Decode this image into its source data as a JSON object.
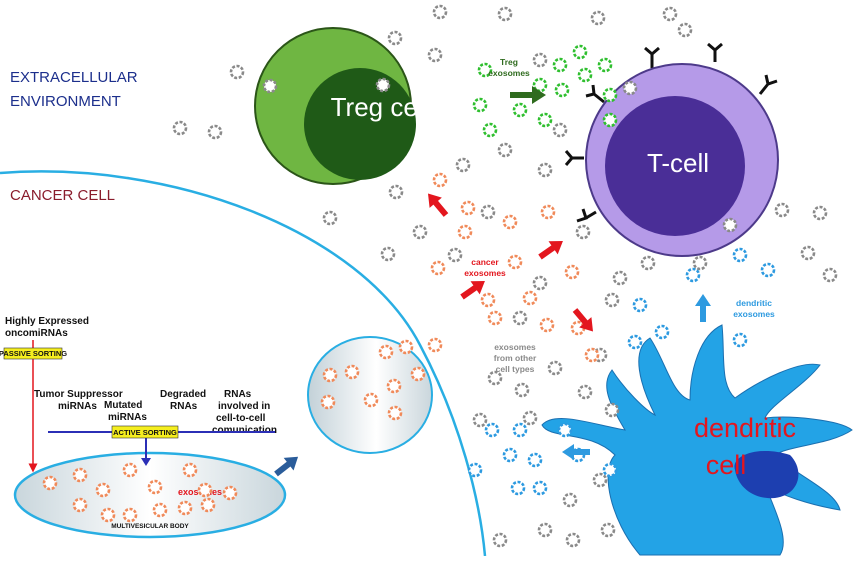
{
  "labels": {
    "env_line1": "EXTRACELLULAR",
    "env_line2": "ENVIRONMENT",
    "cancer_cell": "CANCER CELL",
    "treg_cell": "Treg cell",
    "t_cell": "T-cell",
    "dendritic_line1": "dendritic",
    "dendritic_line2": "cell",
    "treg_exo_line1": "Treg",
    "treg_exo_line2": "exosomes",
    "cancer_exo_line1": "cancer",
    "cancer_exo_line2": "exosomes",
    "dendritic_exo_line1": "dendritic",
    "dendritic_exo_line2": "exosomes",
    "other_exo_line1": "exosomes",
    "other_exo_line2": "from other",
    "other_exo_line3": "cell types",
    "highly_line1": "Highly Expressed",
    "highly_line2": "oncomiRNAs",
    "passive_sorting": "PASSIVE SORTING",
    "active_sorting": "ACTIVE SORTING",
    "tumor_line1": "Tumor Suppressor",
    "tumor_line2": "miRNAs",
    "mutated_line1": "Mutated",
    "mutated_line2": "miRNAs",
    "degraded_line1": "Degraded",
    "degraded_line2": "RNAs",
    "rnas_line1": "RNAs",
    "rnas_line2": "involved in",
    "rnas_line3": "cell-to-cell",
    "rnas_line4": "comunication",
    "exosomes": "exosomes",
    "mvb": "MULTIVESICULAR BODY"
  },
  "colors": {
    "env_text": "#1c2f8c",
    "cancer_text": "#8a1c2c",
    "membrane": "#29aee3",
    "treg_outer": "#5aa837",
    "treg_inner": "#1f5a17",
    "tcell_outer": "#a98ae0",
    "tcell_inner": "#4a2e97",
    "dendritic": "#23a3e6",
    "dendritic_nucleus": "#1d3fb0",
    "cancer_arrow": "#e3161e",
    "treg_arrow": "#2f6b1e",
    "blue_arrow": "#2d9ae0",
    "sorting_box": "#f5ee1e",
    "sorting_line": "#2b2fb6",
    "passive_line": "#e3161e"
  }
}
